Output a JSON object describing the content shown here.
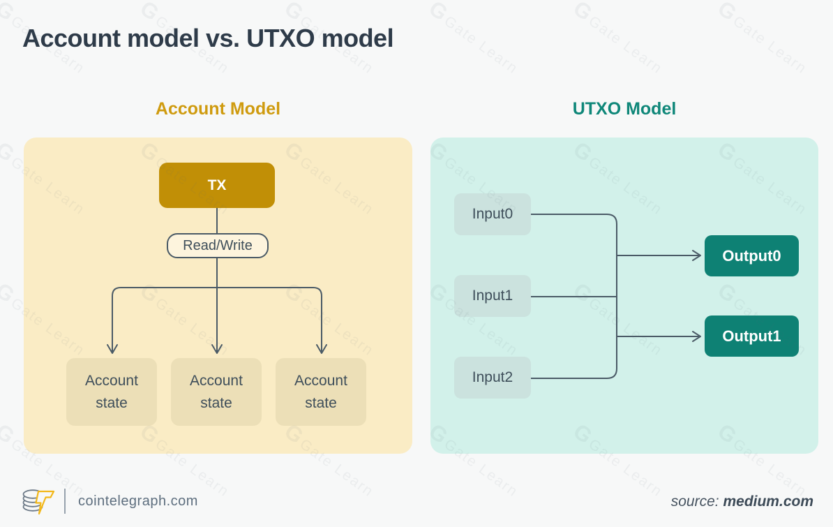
{
  "title": "Account model vs. UTXO model",
  "watermark": {
    "logo_letter": "G",
    "label": "Gate Learn"
  },
  "account_panel": {
    "heading": "Account Model",
    "tx_label": "TX",
    "read_write_label": "Read/Write",
    "state_boxes": [
      "Account state",
      "Account state",
      "Account state"
    ]
  },
  "utxo_panel": {
    "heading": "UTXO Model",
    "inputs": [
      "Input0",
      "Input1",
      "Input2"
    ],
    "outputs": [
      "Output0",
      "Output1"
    ]
  },
  "footer": {
    "site": "cointelegraph.com",
    "source_prefix": "source:",
    "source_name": "medium.com"
  },
  "colors": {
    "background": "#f7f8f8",
    "title_text": "#2e3b49",
    "account_heading": "#cf9b0f",
    "account_panel_bg": "#faecc5",
    "tx_box_bg": "#c18f06",
    "state_box_bg": "#ecdfb7",
    "utxo_heading": "#0f8779",
    "utxo_panel_bg": "#d2f1ea",
    "input_box_bg": "#cbe2de",
    "output_box_bg": "#0e8174",
    "connector": "#4a5a66",
    "box_text": "#3e4e5a",
    "footer_text": "#5d6e7e",
    "source_text": "#45525f",
    "logo_yellow": "#f2b718"
  }
}
